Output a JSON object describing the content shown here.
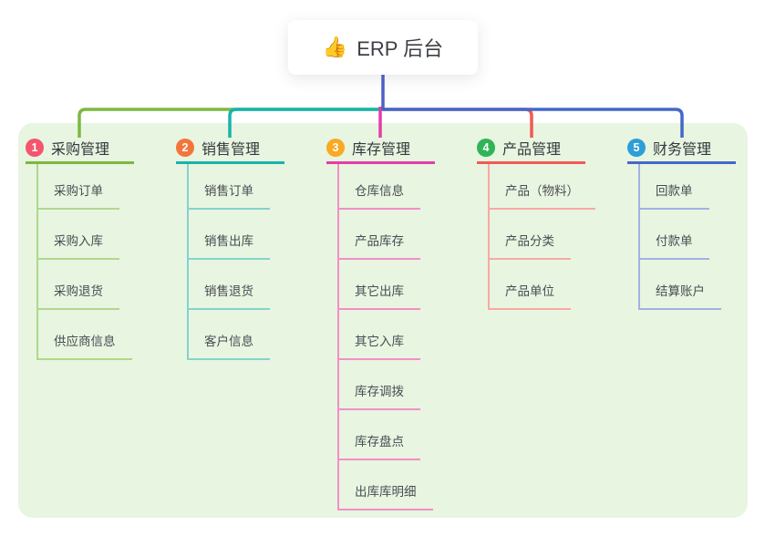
{
  "root": {
    "emoji": "👍",
    "label": "ERP 后台"
  },
  "panel": {
    "background": "#e8f5e1"
  },
  "connector": {
    "root_line": "#4d61c5"
  },
  "branches": [
    {
      "index": "1",
      "title": "采购管理",
      "badge_color": "#f4566e",
      "line": "#7cb93f",
      "line_light": "#b0d88c",
      "children": [
        "采购订单",
        "采购入库",
        "采购退货",
        "供应商信息"
      ]
    },
    {
      "index": "2",
      "title": "销售管理",
      "badge_color": "#f2763c",
      "line": "#17b3ab",
      "line_light": "#85d3cc",
      "children": [
        "销售订单",
        "销售出库",
        "销售退货",
        "客户信息"
      ]
    },
    {
      "index": "3",
      "title": "库存管理",
      "badge_color": "#f9a922",
      "line": "#e23ea8",
      "line_light": "#f48ec6",
      "children": [
        "仓库信息",
        "产品库存",
        "其它出库",
        "其它入库",
        "库存调拨",
        "库存盘点",
        "出库库明细"
      ]
    },
    {
      "index": "4",
      "title": "产品管理",
      "badge_color": "#2fb457",
      "line": "#f15a55",
      "line_light": "#f8a9a3",
      "children": [
        "产品（物料）",
        "产品分类",
        "产品单位"
      ]
    },
    {
      "index": "5",
      "title": "财务管理",
      "badge_color": "#2d9fd8",
      "line": "#4468c8",
      "line_light": "#a2b2e2",
      "children": [
        "回款单",
        "付款单",
        "结算账户"
      ]
    }
  ]
}
